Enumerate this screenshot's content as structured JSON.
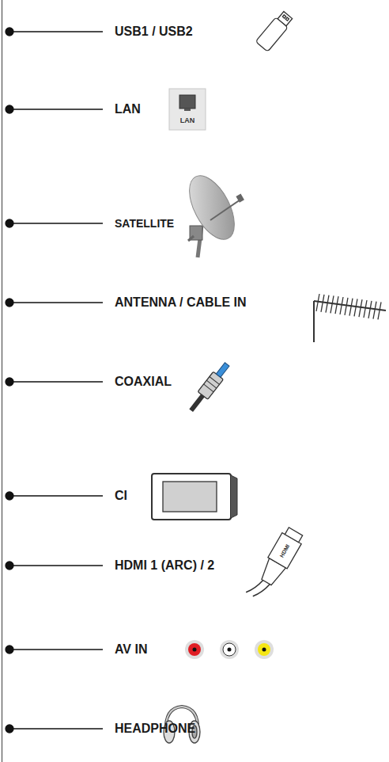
{
  "diagram": {
    "labels": [
      "USB1 / USB2",
      "LAN",
      "LAN",
      "SATELLITE",
      "ANTENNA / CABLE IN",
      "COAXIAL",
      "CI",
      "HDMI 1 (ARC) / 2",
      "HDMI",
      "AV IN",
      "HEADPHONE"
    ]
  }
}
